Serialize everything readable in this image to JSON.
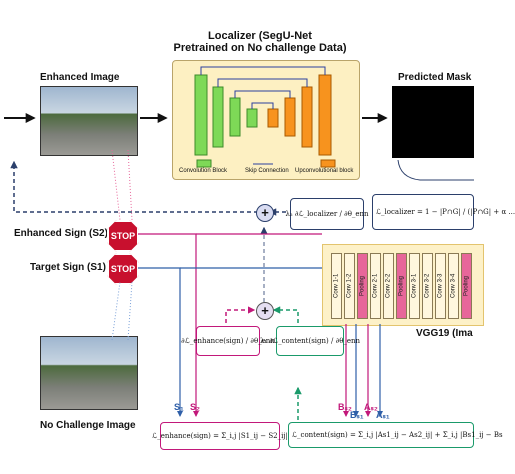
{
  "localizer": {
    "title_line1": "Localizer (SegU-Net",
    "title_line2": "Pretrained on No challenge Data)",
    "legend_conv": "Convolution Block",
    "legend_skip": "Skip Connection",
    "legend_upconv": "Upconvolutional block"
  },
  "labels": {
    "enhanced_image": "Enhanced Image",
    "predicted_mask": "Predicted Mask",
    "no_challenge_image": "No Challenge Image",
    "enhanced_sign": "Enhanced Sign (S2)",
    "target_sign": "Target Sign (S1)",
    "stop_text": "STOP",
    "vgg19": "VGG19 (Ima"
  },
  "vgg_layers": [
    "Conv 1-1",
    "Conv 1-2",
    "Pooling",
    "Conv 2-1",
    "Conv 2-2",
    "Pooling",
    "Conv 3-1",
    "Conv 3-2",
    "Conv 3-3",
    "Conv 3-4",
    "Pooling"
  ],
  "formulas": {
    "lambda2_grad": "λ₂ ∂ℒ_localizer / ∂θ_enn",
    "localizer_loss": "ℒ_localizer = 1 − |P∩G| / (|P∩G| + α ...",
    "enhance_grad": "∂ℒ_enhance(sign) / ∂θ_enn",
    "content_grad": "λ₁ ∂ℒ_content(sign) / ∂θ_enn",
    "enhance_loss": "ℒ_enhance(sign) = Σ_i,j |S1_ij − S2_ij|",
    "content_loss": "ℒ_content(sign) = Σ_i,j |As1_ij − As2_ij| + Σ_i,j |Bs1_ij − Bs"
  },
  "sigma_labels": {
    "s1": "S₁",
    "s2": "S₂",
    "bs2": "Bₛ₂",
    "bs1": "Bₛ₁",
    "as2": "Aₛ₂",
    "as1": "Aₛ₁"
  },
  "plus_symbol": "+",
  "colors": {
    "magenta": "#c2187a",
    "blue": "#2f5fa8",
    "green": "#1a9a6a",
    "navy": "#2b3f6b",
    "unet_green": "#7ed957",
    "unet_orange": "#f7931e",
    "pool_pink": "#e7669a",
    "unet_bg": "#fdf0c2"
  }
}
